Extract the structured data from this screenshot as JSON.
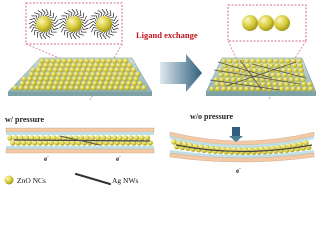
{
  "labels": {
    "ligand_exchange": "Ligand exchange",
    "with_pressure": "w/ pressure",
    "without_pressure": "w/o pressure",
    "electron": "e",
    "electron_minus": "-"
  },
  "legend": {
    "zno": "ZnO NCs",
    "agnw": "Ag NWs"
  },
  "colors": {
    "nanocrystal": "#d8cc3c",
    "inset_border": "#d06a9a",
    "substrate_top": "#9fc0c4",
    "arrow": "#2f5f7c",
    "red_text": "#c0141c",
    "ligand": "#222222"
  }
}
